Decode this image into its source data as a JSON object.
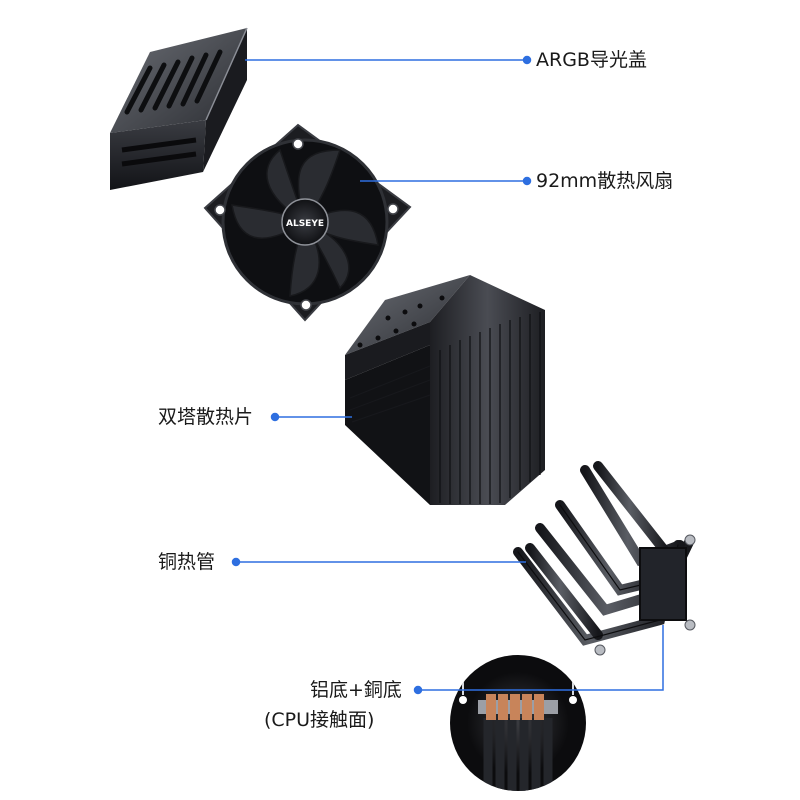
{
  "callouts": {
    "cover": "ARGB导光盖",
    "fan": "92mm散热风扇",
    "heatsink": "双塔散热片",
    "heatpipe": "铜热管",
    "base_line1": "铝底+銅底",
    "base_line2": "(CPU接触面)"
  },
  "fan_logo": "ALSEYE",
  "colors": {
    "leader": "#2e6fe0",
    "metal": "#2a2c31",
    "copper": "#c8845a"
  }
}
